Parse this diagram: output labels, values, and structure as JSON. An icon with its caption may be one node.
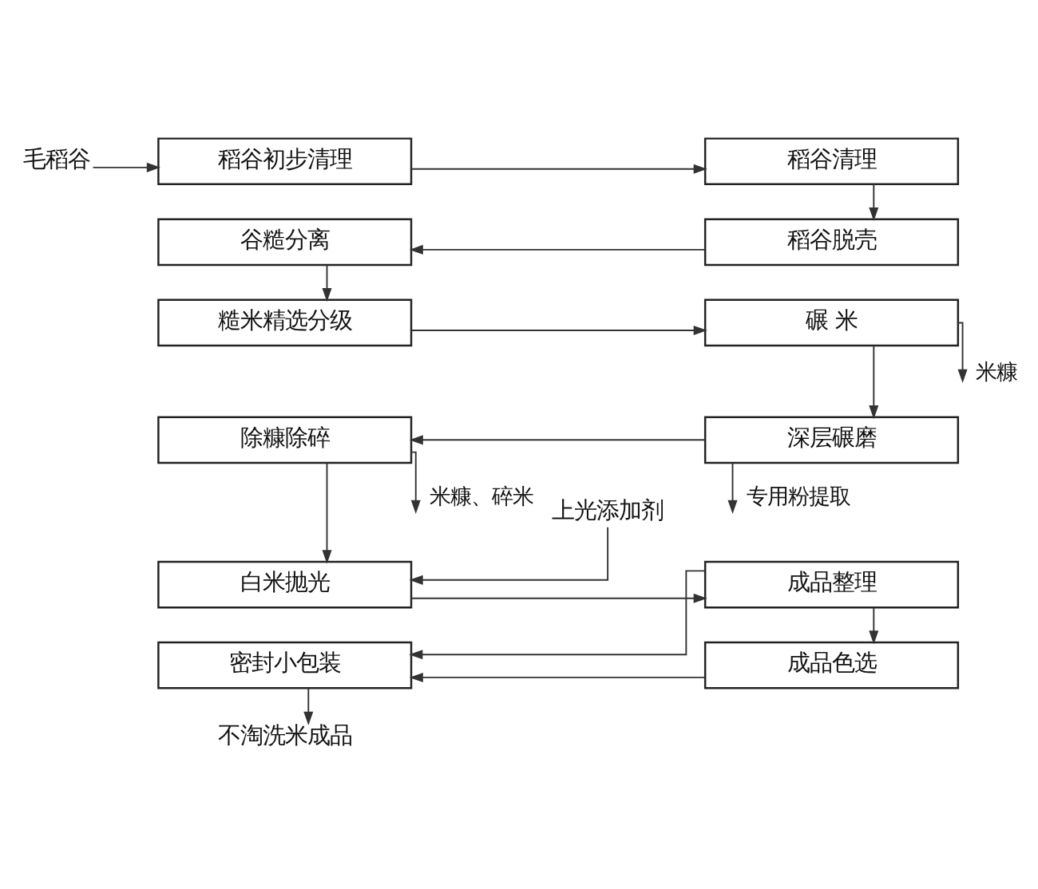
{
  "diagram": {
    "nodes": [
      {
        "text": [
          "毛稻谷"
        ]
      },
      {
        "text": [
          "稻谷初步清理"
        ]
      },
      {
        "text": [
          "稻谷清理"
        ]
      },
      {
        "text": [
          "谷糙分离"
        ]
      },
      {
        "text": [
          "稻谷脱壳"
        ]
      },
      {
        "text": [
          "糙米精选分级"
        ]
      },
      {
        "text": [
          "碾 米"
        ]
      },
      {
        "text": [
          "除糠除碎"
        ]
      },
      {
        "text": [
          "深层碾磨"
        ]
      },
      {
        "text": [
          "上光添加剂"
        ]
      },
      {
        "text": [
          "白米抛光"
        ]
      },
      {
        "text": [
          "成品整理"
        ]
      },
      {
        "text": [
          "密封小包装"
        ]
      },
      {
        "text": [
          "成品色选"
        ]
      },
      {
        "text": [
          "不淘洗米成品"
        ]
      }
    ],
    "edges": [
      {
        "from": 0,
        "to": 1,
        "arrow": "to"
      },
      {
        "from": 1,
        "to": 2,
        "arrow": "to"
      },
      {
        "from": 2,
        "to": 4,
        "arrow": "to"
      },
      {
        "from": 4,
        "to": 3,
        "arrow": "to"
      },
      {
        "from": 3,
        "to": 5,
        "arrow": "to"
      },
      {
        "from": 5,
        "to": 6,
        "arrow": "to"
      },
      {
        "from": 6,
        "to": null,
        "arrow": "to",
        "label": "米糠"
      },
      {
        "from": 6,
        "to": 8,
        "arrow": "to"
      },
      {
        "from": 8,
        "to": 7,
        "arrow": "to"
      },
      {
        "from": 7,
        "to": null,
        "arrow": "to",
        "label": "米糠、碎米"
      },
      {
        "from": 8,
        "to": null,
        "arrow": "to",
        "label": "专用粉提取"
      },
      {
        "from": 7,
        "to": 10,
        "arrow": "to"
      },
      {
        "from": 9,
        "to": 10,
        "arrow": "to"
      },
      {
        "from": 10,
        "to": 11,
        "arrow": "to"
      },
      {
        "from": 11,
        "to": 12,
        "arrow": "to"
      },
      {
        "from": 11,
        "to": 13,
        "arrow": "to"
      },
      {
        "from": 13,
        "to": 12,
        "arrow": "to"
      },
      {
        "from": 12,
        "to": 14,
        "arrow": "to"
      }
    ]
  }
}
